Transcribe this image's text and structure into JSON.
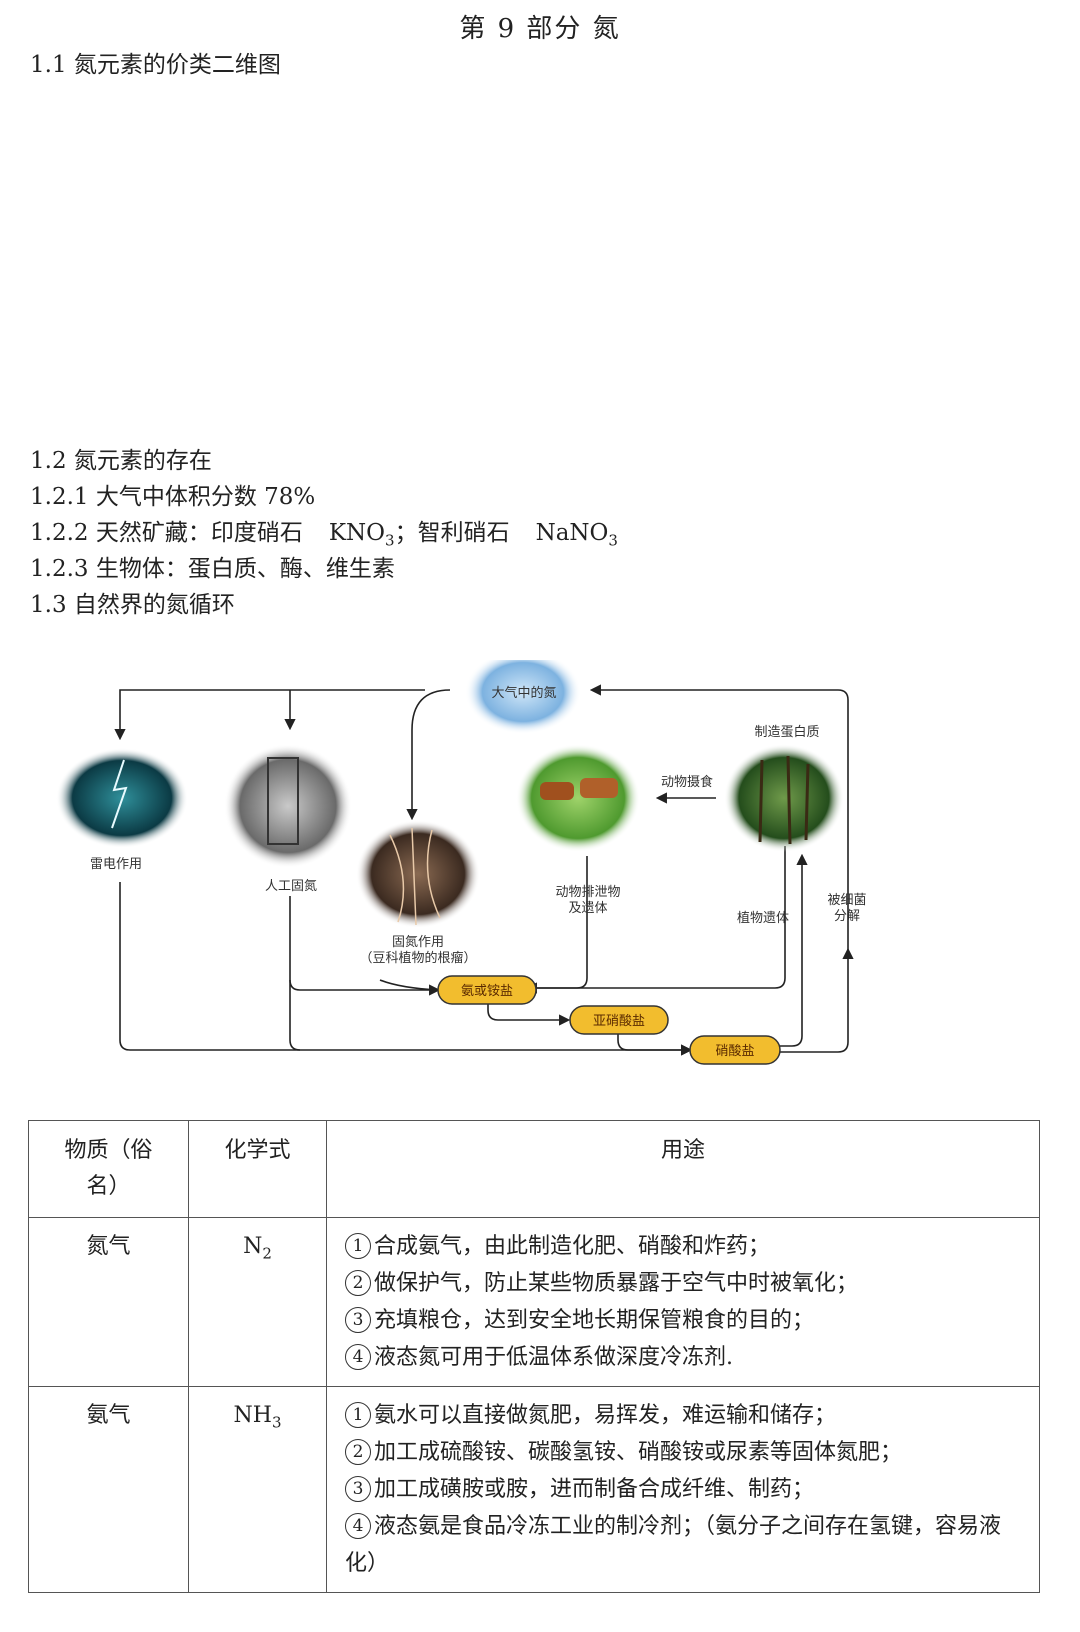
{
  "header": {
    "title": "第 9 部分 氮"
  },
  "sections": {
    "s1_1": "1.1 氮元素的价类二维图",
    "s1_2": "1.2 氮元素的存在",
    "s1_2_1": "1.2.1 大气中体积分数 78%",
    "s1_2_2": {
      "prefix": "1.2.2 天然矿藏：印度硝石",
      "f1_main": "KNO",
      "f1_sub": "3",
      "mid": "；智利硝石",
      "f2_main": "NaNO",
      "f2_sub": "3"
    },
    "s1_2_3": "1.2.3 生物体：蛋白质、酶、维生素",
    "s1_3": "1.3 自然界的氮循环"
  },
  "diagram": {
    "atmosphere": "大气中的氮",
    "lightning": "雷电作用",
    "artificial": "人工固氮",
    "fixation_1": "固氮作用",
    "fixation_2": "（豆科植物的根瘤）",
    "excretion_1": "动物排泄物",
    "excretion_2": "及遗体",
    "eating": "动物摄食",
    "protein": "制造蛋白质",
    "plant_remains": "植物遗体",
    "bacteria_1": "被细菌",
    "bacteria_2": "分解",
    "ammonia": "氨或铵盐",
    "nitrite": "亚硝酸盐",
    "nitrate": "硝酸盐"
  },
  "table": {
    "headers": {
      "substance_1": "物质（俗",
      "substance_2": "名）",
      "formula": "化学式",
      "use": "用途"
    },
    "rows": [
      {
        "name": "氮气",
        "formula_main": "N",
        "formula_sub": "2",
        "uses": [
          {
            "num": "1",
            "text": "合成氨气，由此制造化肥、硝酸和炸药；"
          },
          {
            "num": "2",
            "text": "做保护气，防止某些物质暴露于空气中时被氧化；"
          },
          {
            "num": "3",
            "text": "充填粮仓，达到安全地长期保管粮食的目的；"
          },
          {
            "num": "4",
            "text": "液态氮可用于低温体系做深度冷冻剂."
          }
        ]
      },
      {
        "name": "氨气",
        "formula_main": "NH",
        "formula_sub": "3",
        "uses": [
          {
            "num": "1",
            "text": "氨水可以直接做氮肥，易挥发，难运输和储存；"
          },
          {
            "num": "2",
            "text": "加工成硫酸铵、碳酸氢铵、硝酸铵或尿素等固体氮肥；"
          },
          {
            "num": "3",
            "text": "加工成磺胺或胺，进而制备合成纤维、制药；"
          },
          {
            "num": "4",
            "text": "液态氨是食品冷冻工业的制冷剂；（氨分子之间存在氢键，容易液化）"
          }
        ]
      }
    ]
  }
}
